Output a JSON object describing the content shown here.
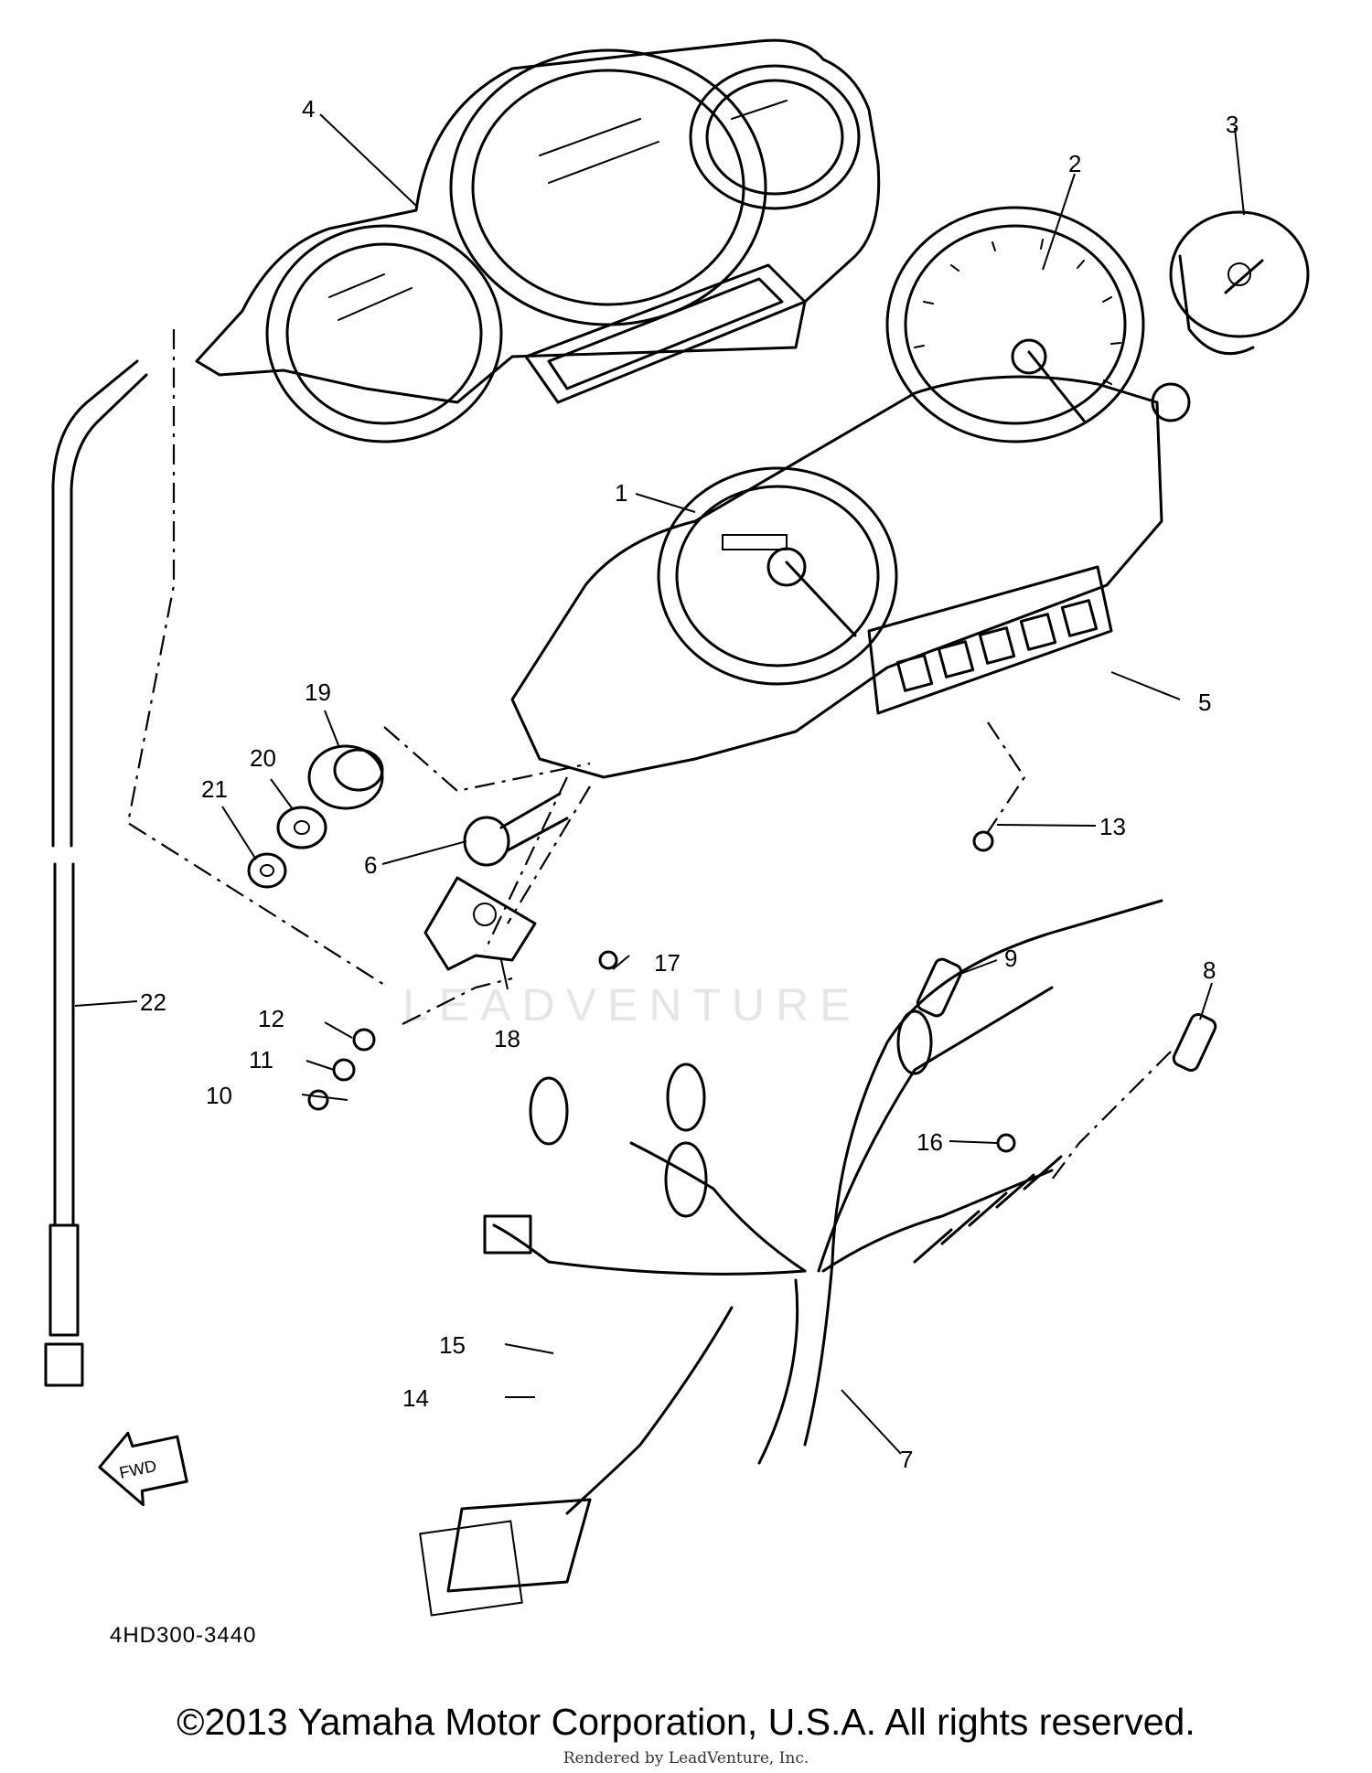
{
  "diagram": {
    "part_code": "4HD300-3440",
    "copyright": "©2013 Yamaha Motor Corporation, U.S.A. All rights reserved.",
    "rendered_by": "Rendered by LeadVenture, Inc.",
    "watermark": "LEADVENTURE",
    "fwd_label": "FWD",
    "callouts": [
      {
        "id": "1",
        "label": "1"
      },
      {
        "id": "2",
        "label": "2"
      },
      {
        "id": "3",
        "label": "3"
      },
      {
        "id": "4",
        "label": "4"
      },
      {
        "id": "5",
        "label": "5"
      },
      {
        "id": "6",
        "label": "6"
      },
      {
        "id": "7",
        "label": "7"
      },
      {
        "id": "8",
        "label": "8"
      },
      {
        "id": "9",
        "label": "9"
      },
      {
        "id": "10",
        "label": "10"
      },
      {
        "id": "11",
        "label": "11"
      },
      {
        "id": "12",
        "label": "12"
      },
      {
        "id": "13",
        "label": "13"
      },
      {
        "id": "14",
        "label": "14"
      },
      {
        "id": "15",
        "label": "15"
      },
      {
        "id": "16",
        "label": "16"
      },
      {
        "id": "17",
        "label": "17"
      },
      {
        "id": "18",
        "label": "18"
      },
      {
        "id": "19",
        "label": "19"
      },
      {
        "id": "20",
        "label": "20"
      },
      {
        "id": "21",
        "label": "21"
      },
      {
        "id": "22",
        "label": "22"
      }
    ]
  }
}
